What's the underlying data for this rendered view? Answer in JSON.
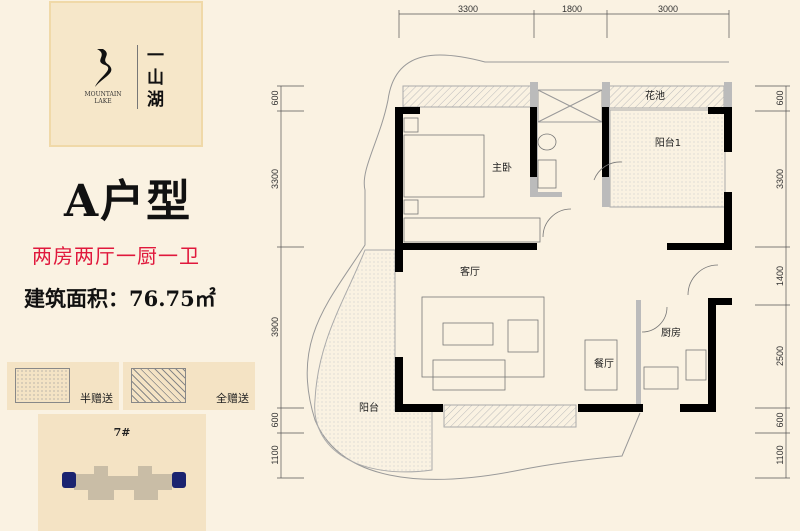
{
  "logo": {
    "en_line1": "MOUNTAIN",
    "en_line2": "LAKE",
    "cn": "一山湖"
  },
  "title": "A户型",
  "subtitle": "两房两厅一厨一卫",
  "area": "建筑面积：76.75㎡",
  "legend": [
    {
      "label": "半赠送",
      "pattern": "dots"
    },
    {
      "label": "全赠送",
      "pattern": "hatch"
    }
  ],
  "keyplan": {
    "building": "7#",
    "highlight_color": "#1a2370"
  },
  "dimensions": {
    "top": [
      "3300",
      "1800",
      "3000"
    ],
    "left": [
      "600",
      "3300",
      "3900",
      "600",
      "1100"
    ],
    "right": [
      "600",
      "3300",
      "1400",
      "2500",
      "600",
      "1100"
    ]
  },
  "rooms": {
    "master_bedroom": "主卧",
    "flower_bed": "花池",
    "balcony1": "阳台1",
    "living_room": "客厅",
    "dining_room": "餐厅",
    "kitchen": "厨房",
    "balcony": "阳台"
  },
  "colors": {
    "background": "#faf2e2",
    "wall": "#000000",
    "subtitle": "#e0183c"
  }
}
